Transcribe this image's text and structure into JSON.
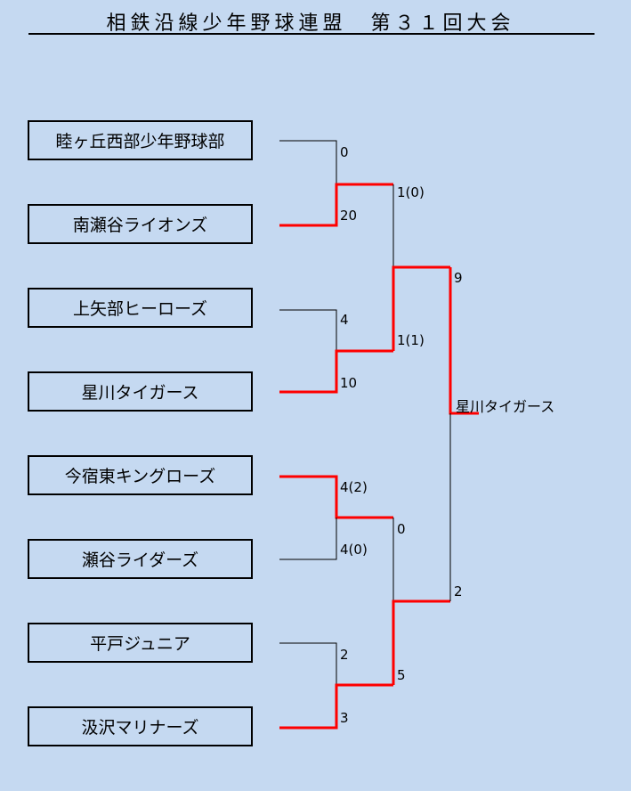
{
  "title": "相鉄沿線少年野球連盟　第３１回大会",
  "teams": [
    "睦ヶ丘西部少年野球部",
    "南瀬谷ライオンズ",
    "上矢部ヒーローズ",
    "星川タイガース",
    "今宿東キングローズ",
    "瀬谷ライダーズ",
    "平戸ジュニア",
    "汲沢マリナーズ"
  ],
  "scores": {
    "r1": [
      "0",
      "20",
      "4",
      "10",
      "4(2)",
      "4(0)",
      "2",
      "3"
    ],
    "r2": [
      "1(0)",
      "1(1)",
      "0",
      "5"
    ],
    "final": [
      "9",
      "2"
    ]
  },
  "champion": "星川タイガース",
  "colors": {
    "background": "#c5d9f1",
    "winner_line": "#ff0000",
    "line": "#000000"
  }
}
